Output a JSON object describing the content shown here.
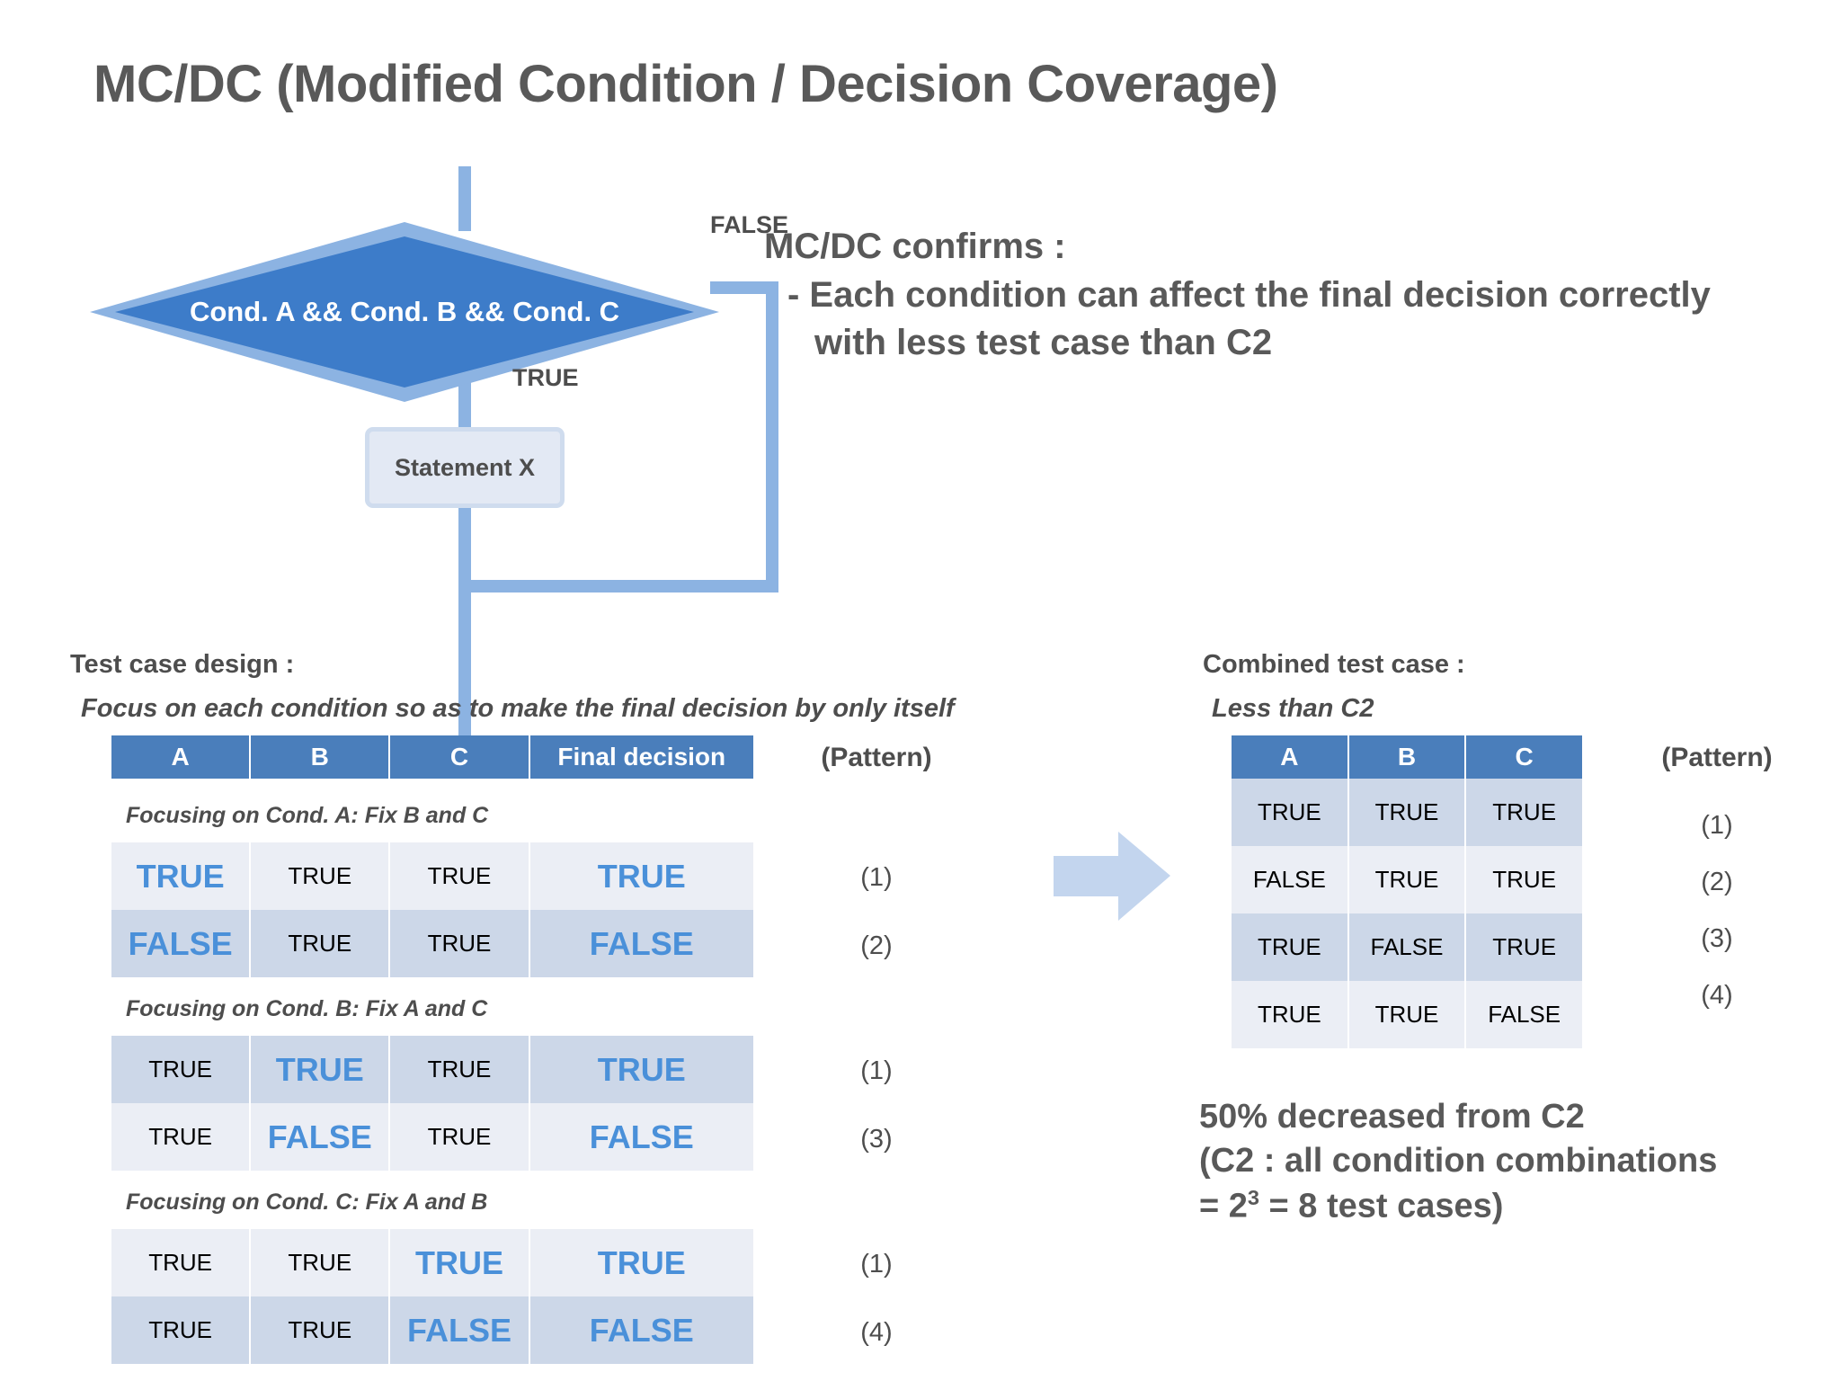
{
  "slide": {
    "title": "MC/DC  (Modified Condition / Decision Coverage)"
  },
  "flowchart": {
    "decision_label": "Cond. A && Cond. B && Cond. C",
    "statement_label": "Statement X",
    "true_label": "TRUE",
    "false_label": "FALSE",
    "colors": {
      "diamond_fill": "#3d7cc9",
      "diamond_border": "#8cb3e2",
      "connector": "#8cb3e2",
      "statement_outer": "#cfdcee",
      "statement_inner": "#e3e9f4"
    }
  },
  "explanation": {
    "line1": "MC/DC confirms :",
    "line2": "- Each condition can affect the final decision correctly",
    "line3": "with less test case than C2"
  },
  "left_panel": {
    "title": "Test case design :",
    "subtitle": "Focus on each condition so as to make the final decision by only itself",
    "columns": [
      "A",
      "B",
      "C",
      "Final decision"
    ],
    "pattern_header": "(Pattern)",
    "groups": [
      {
        "caption": "Focusing on Cond. A:  Fix B and C",
        "highlight_cols": [
          0,
          3
        ],
        "rows": [
          {
            "cells": [
              "TRUE",
              "TRUE",
              "TRUE",
              "TRUE"
            ],
            "pattern": "(1)",
            "shade": "light"
          },
          {
            "cells": [
              "FALSE",
              "TRUE",
              "TRUE",
              "FALSE"
            ],
            "pattern": "(2)",
            "shade": "dark"
          }
        ]
      },
      {
        "caption": "Focusing on Cond. B:  Fix A and C",
        "highlight_cols": [
          1,
          3
        ],
        "rows": [
          {
            "cells": [
              "TRUE",
              "TRUE",
              "TRUE",
              "TRUE"
            ],
            "pattern": "(1)",
            "shade": "dark"
          },
          {
            "cells": [
              "TRUE",
              "FALSE",
              "TRUE",
              "FALSE"
            ],
            "pattern": "(3)",
            "shade": "light"
          }
        ]
      },
      {
        "caption": "Focusing on Cond. C:  Fix A and B",
        "highlight_cols": [
          2,
          3
        ],
        "rows": [
          {
            "cells": [
              "TRUE",
              "TRUE",
              "TRUE",
              "TRUE"
            ],
            "pattern": "(1)",
            "shade": "light"
          },
          {
            "cells": [
              "TRUE",
              "TRUE",
              "FALSE",
              "FALSE"
            ],
            "pattern": "(4)",
            "shade": "dark"
          }
        ]
      }
    ]
  },
  "right_panel": {
    "title": "Combined test case :",
    "subtitle": "Less than C2",
    "columns": [
      "A",
      "B",
      "C"
    ],
    "pattern_header": "(Pattern)",
    "rows": [
      {
        "cells": [
          "TRUE",
          "TRUE",
          "TRUE"
        ],
        "pattern": "(1)",
        "shade": "dark"
      },
      {
        "cells": [
          "FALSE",
          "TRUE",
          "TRUE"
        ],
        "pattern": "(2)",
        "shade": "light"
      },
      {
        "cells": [
          "TRUE",
          "FALSE",
          "TRUE"
        ],
        "pattern": "(3)",
        "shade": "dark"
      },
      {
        "cells": [
          "TRUE",
          "TRUE",
          "FALSE"
        ],
        "pattern": "(4)",
        "shade": "light"
      }
    ],
    "note": {
      "line1": "50% decreased from C2",
      "line2": "(C2 : all condition  combinations",
      "line3_prefix": " = 2",
      "line3_sup": "3",
      "line3_suffix": " = 8 test cases)"
    }
  },
  "arrow": {
    "name": "right-arrow",
    "color": "#c3d5ee"
  },
  "theme": {
    "header_blue": "#4a7ebb",
    "highlight_text_blue": "#4a90d9",
    "row_light": "#ebeef5",
    "row_dark": "#ccd7e8",
    "text_gray": "#595959"
  }
}
